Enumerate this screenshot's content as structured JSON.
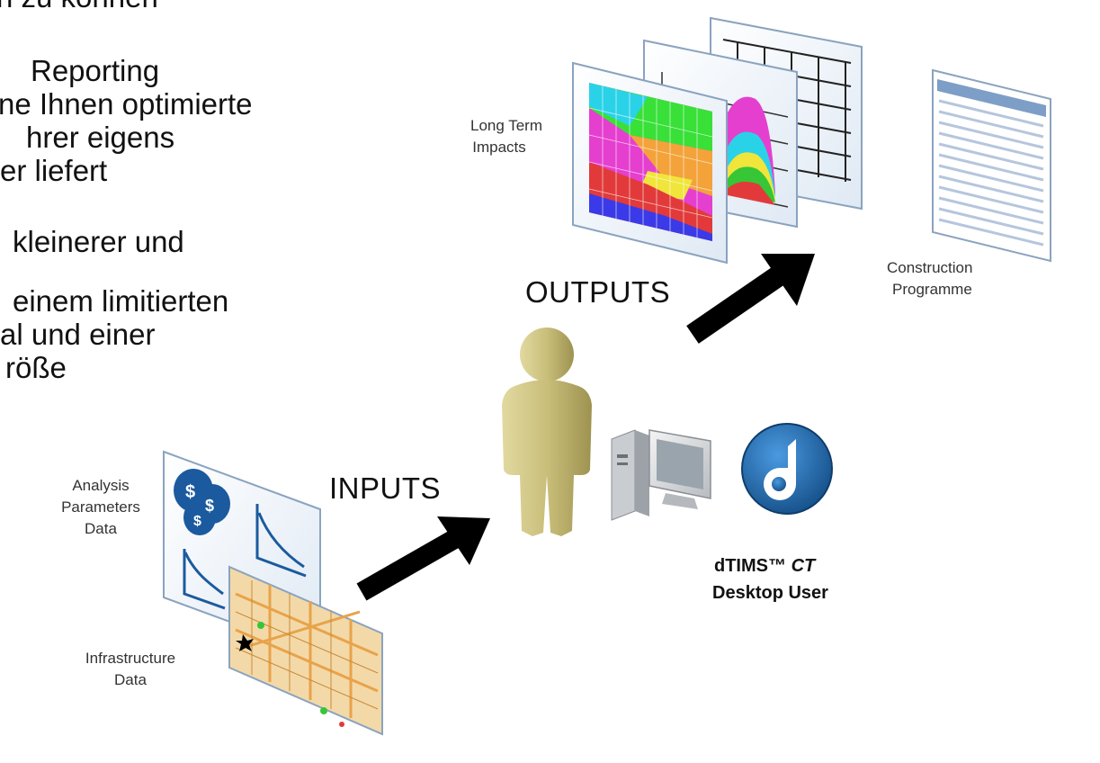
{
  "text_block": {
    "lines": [
      "n zu können",
      "Reporting",
      "ne Ihnen optimierte",
      "hrer eigens",
      "er liefert",
      "kleinerer und",
      "einem limitierten",
      "al und einer",
      "röße"
    ]
  },
  "diagram": {
    "outputs_heading": "OUTPUTS",
    "inputs_heading": "INPUTS",
    "long_term_impacts": [
      "Long Term",
      "Impacts"
    ],
    "construction_programme": [
      "Construction",
      "Programme"
    ],
    "analysis_parameters": [
      "Analysis",
      "Parameters",
      "Data"
    ],
    "infrastructure_data": [
      "Infrastructure",
      "Data"
    ],
    "user": {
      "product_prefix": "dTIMS™",
      "product_suffix": "CT",
      "role": "Desktop User"
    },
    "colors": {
      "arrow": "#000000",
      "person": "#c9be7a",
      "logo": "#1f6fb5",
      "map_bg": "#f3d9a8",
      "chart_pink": "#e53fd0",
      "chart_green": "#38e038",
      "chart_red": "#e23a3a",
      "chart_blue": "#3a3ae8"
    },
    "icons": [
      "money-bags-icon",
      "curve-chart-icon",
      "computer-icon",
      "dtims-logo-icon",
      "person-icon",
      "arrow-icon"
    ]
  }
}
